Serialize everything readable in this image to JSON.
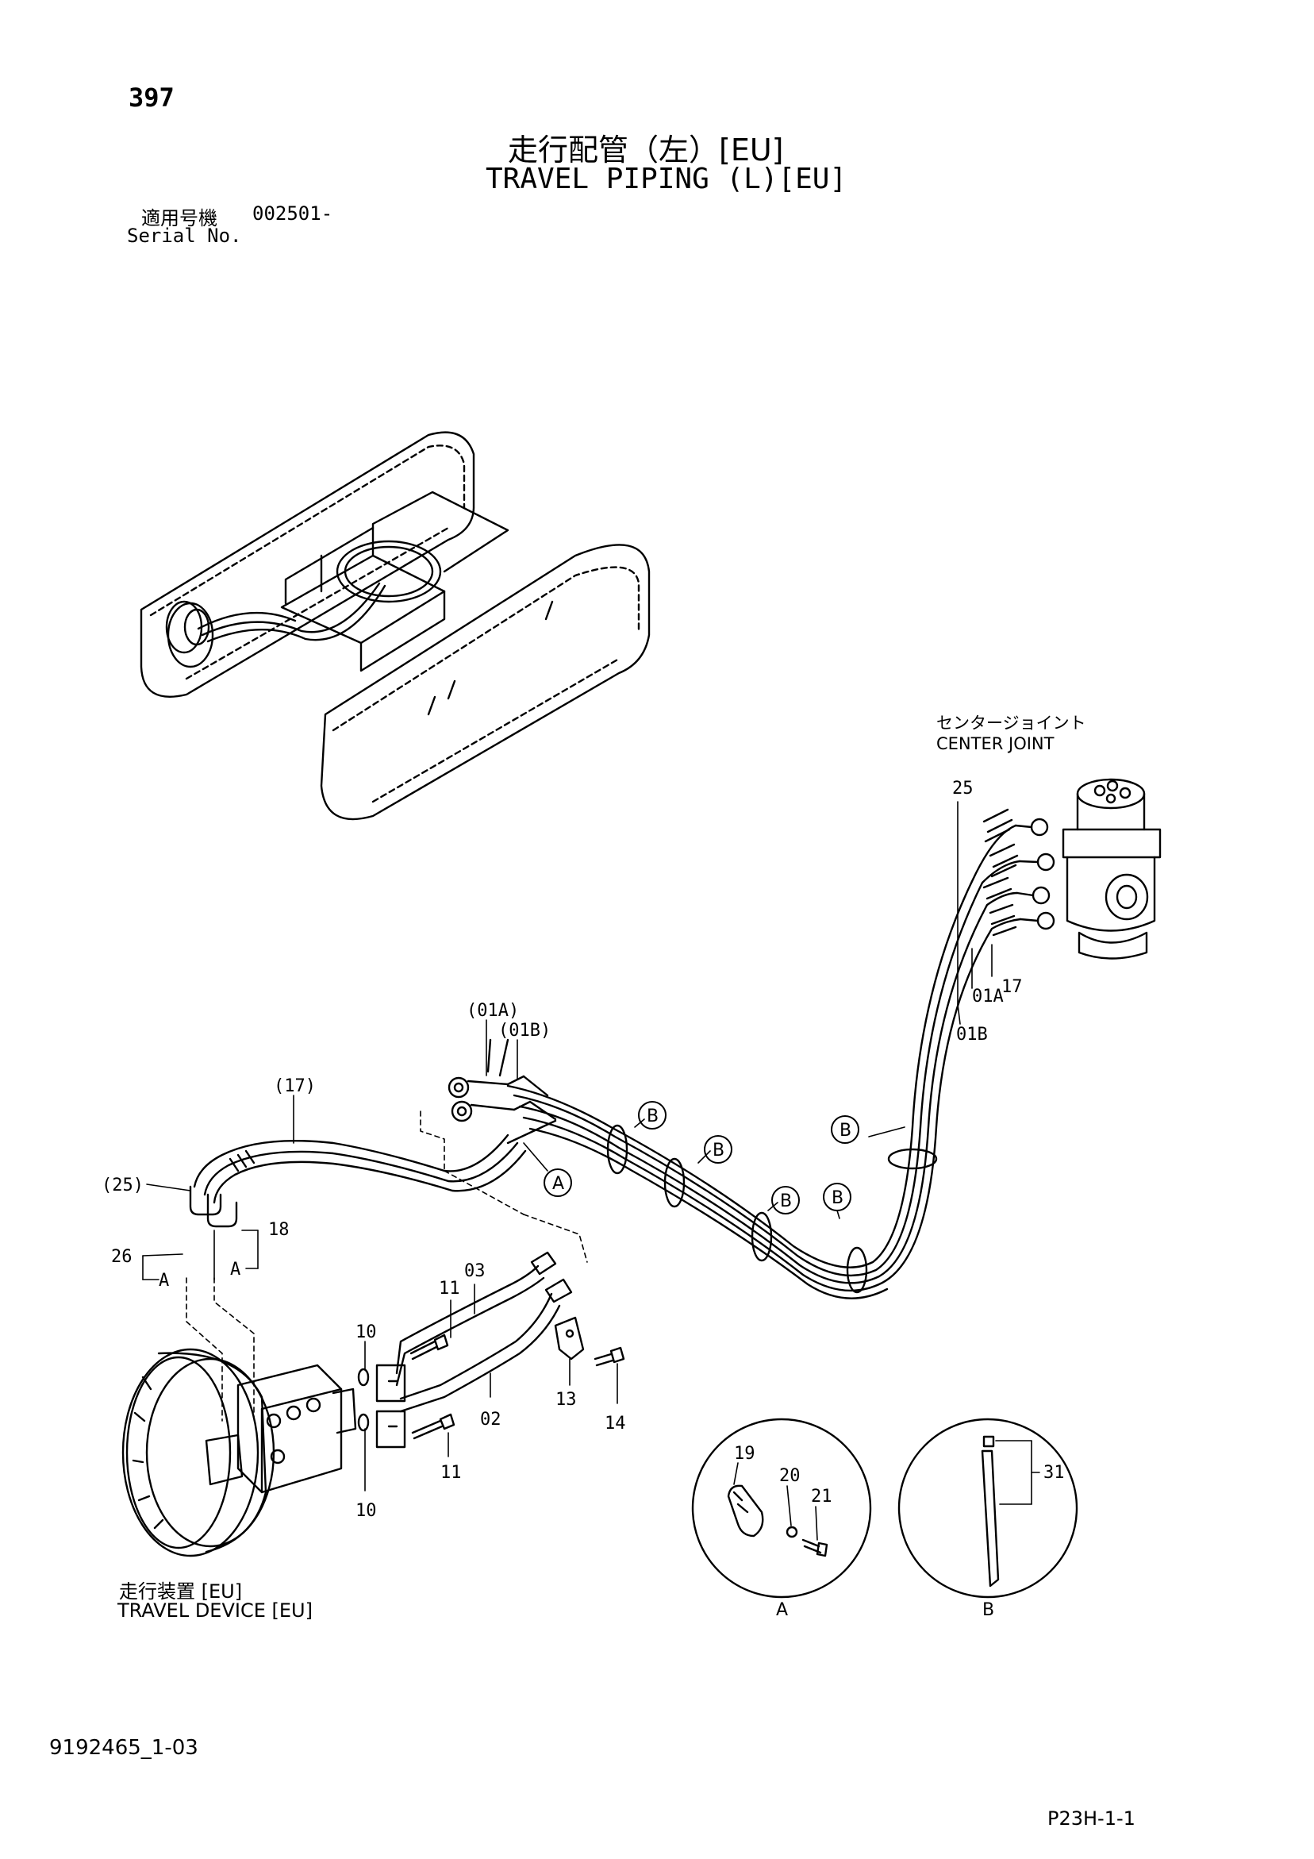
{
  "header": {
    "page_number": "397",
    "title_jp": "走行配管（左）[EU]",
    "title_en": "TRAVEL PIPING (L)[EU]",
    "serial_label_jp": "適用号機",
    "serial_value": "002501-",
    "serial_label_en": "Serial No."
  },
  "labels": {
    "center_joint_jp": "センタージョイント",
    "center_joint_en": "CENTER JOINT",
    "travel_device_jp": "走行装置 [EU]",
    "travel_device_en": "TRAVEL  DEVICE [EU]"
  },
  "part_labels": {
    "p25_top": "25",
    "p01a_right": "01A",
    "p17_right": "17",
    "p01b_right": "01B",
    "p01a_paren": "(01A)",
    "p01b_paren": "(01B)",
    "p17_paren": "(17)",
    "p25_paren": "(25)",
    "p26": "26",
    "p18": "18",
    "p11_top": "11",
    "p03": "03",
    "p10_top": "10",
    "p13": "13",
    "p14": "14",
    "p02": "02",
    "p11_bottom": "11",
    "p10_bottom": "10",
    "p19": "19",
    "p20": "20",
    "p21": "21",
    "p31": "31",
    "detail_a_left": "A",
    "detail_a_right": "A"
  },
  "callouts": {
    "a_pipe": "A",
    "b1": "B",
    "b2": "B",
    "b3": "B",
    "b4": "B",
    "b5": "B",
    "detail_a": "A",
    "detail_b": "B"
  },
  "footer": {
    "doc_number": "9192465_1-03",
    "page_code": "P23H-1-1"
  }
}
